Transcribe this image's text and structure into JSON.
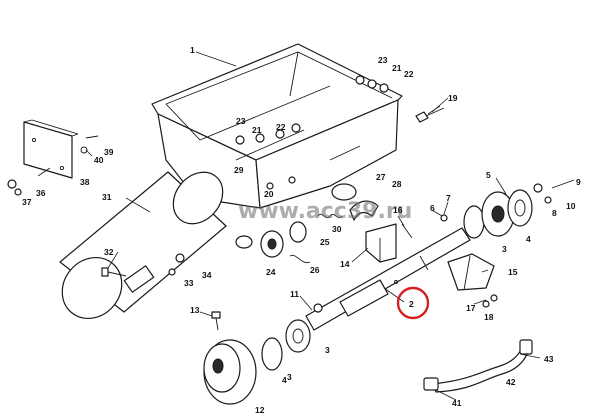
{
  "diagram": {
    "watermark": "www.acc39.ru",
    "highlight_color": "#d42020",
    "highlighted_part": "2",
    "callouts": [
      "1",
      "2",
      "3",
      "3",
      "3",
      "4",
      "4",
      "5",
      "6",
      "7",
      "8",
      "9",
      "10",
      "11",
      "12",
      "13",
      "14",
      "15",
      "16",
      "17",
      "18",
      "19",
      "20",
      "21",
      "21",
      "22",
      "22",
      "23",
      "23",
      "24",
      "25",
      "26",
      "27",
      "28",
      "29",
      "30",
      "31",
      "32",
      "33",
      "34",
      "36",
      "37",
      "38",
      "39",
      "40",
      "41",
      "42",
      "43"
    ]
  }
}
